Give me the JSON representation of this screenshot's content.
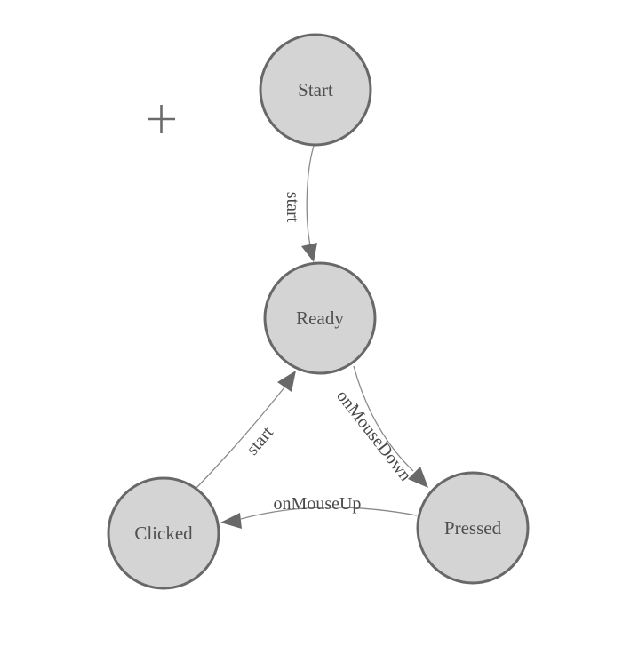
{
  "canvas": {
    "background": "#ffffff",
    "node_fill": "#d4d4d4",
    "node_stroke": "#686868",
    "edge_color": "#8a8a8a",
    "arrow_color": "#696969",
    "label_color": "#4a4a4a"
  },
  "nodes": [
    {
      "id": "start",
      "label": "Start"
    },
    {
      "id": "ready",
      "label": "Ready"
    },
    {
      "id": "clicked",
      "label": "Clicked"
    },
    {
      "id": "pressed",
      "label": "Pressed"
    }
  ],
  "edges": [
    {
      "from": "Start",
      "to": "Ready",
      "label": "start"
    },
    {
      "from": "Clicked",
      "to": "Ready",
      "label": "start"
    },
    {
      "from": "Ready",
      "to": "Pressed",
      "label": "onMouseDown"
    },
    {
      "from": "Pressed",
      "to": "Clicked",
      "label": "onMouseUp"
    }
  ],
  "marker": {
    "name": "plus-crosshair"
  }
}
